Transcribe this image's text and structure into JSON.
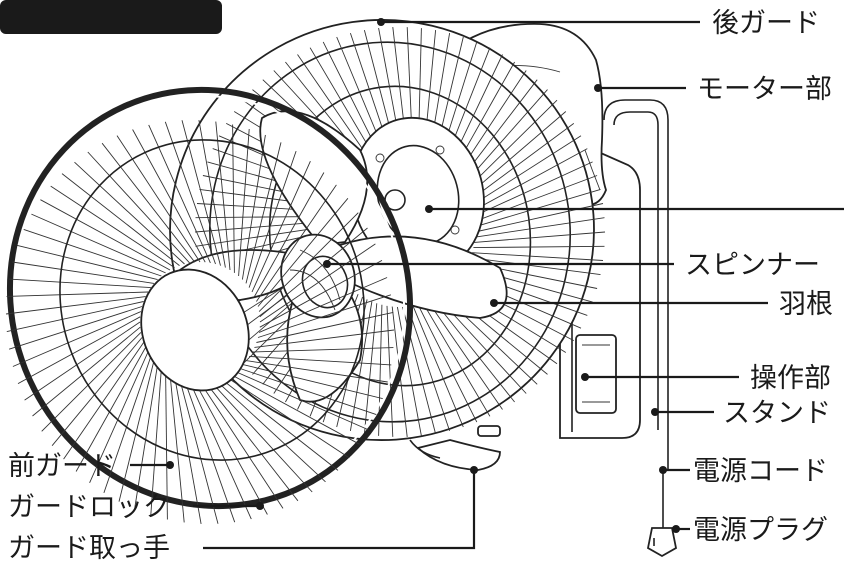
{
  "header": {
    "text": ""
  },
  "labels": {
    "rear_guard": "後ガード",
    "motor": "モーター部",
    "spinner": "スピンナー",
    "blade": "羽根",
    "control": "操作部",
    "stand": "スタンド",
    "front_guard": "前ガード",
    "power_cord": "電源コード",
    "guard_lock": "ガードロック",
    "power_plug": "電源プラグ",
    "guard_handle": "ガード取っ手"
  }
}
